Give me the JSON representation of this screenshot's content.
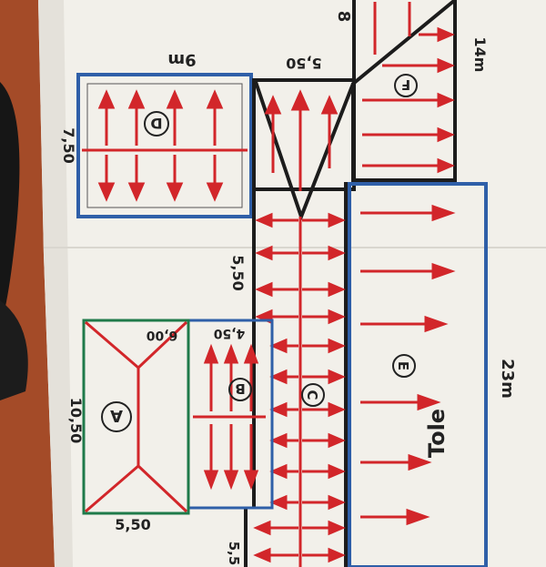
{
  "colors": {
    "background_floor": "#b5552e",
    "paper": "#f3f1ec",
    "ink_black": "#1c1c1c",
    "ink_red": "#d2262a",
    "ink_blue": "#2f5fa8",
    "ink_green": "#1f7a4a"
  },
  "sections": {
    "A": {
      "letter": "A",
      "width": "5,50",
      "height": "10,50",
      "top": "6,00"
    },
    "B": {
      "letter": "B",
      "width": "4,50"
    },
    "C": {
      "letter": "C"
    },
    "D": {
      "letter": "D",
      "width": "9m",
      "height": "7,50"
    },
    "E": {
      "letter": "E",
      "length": "23m",
      "material": "Tole"
    },
    "F": {
      "letter": "F",
      "length": "14m"
    }
  },
  "dimensions": {
    "corridor_width": "5,50",
    "corridor_top": "5,50",
    "top_edge": "8",
    "bottom_edge": "5,5"
  }
}
